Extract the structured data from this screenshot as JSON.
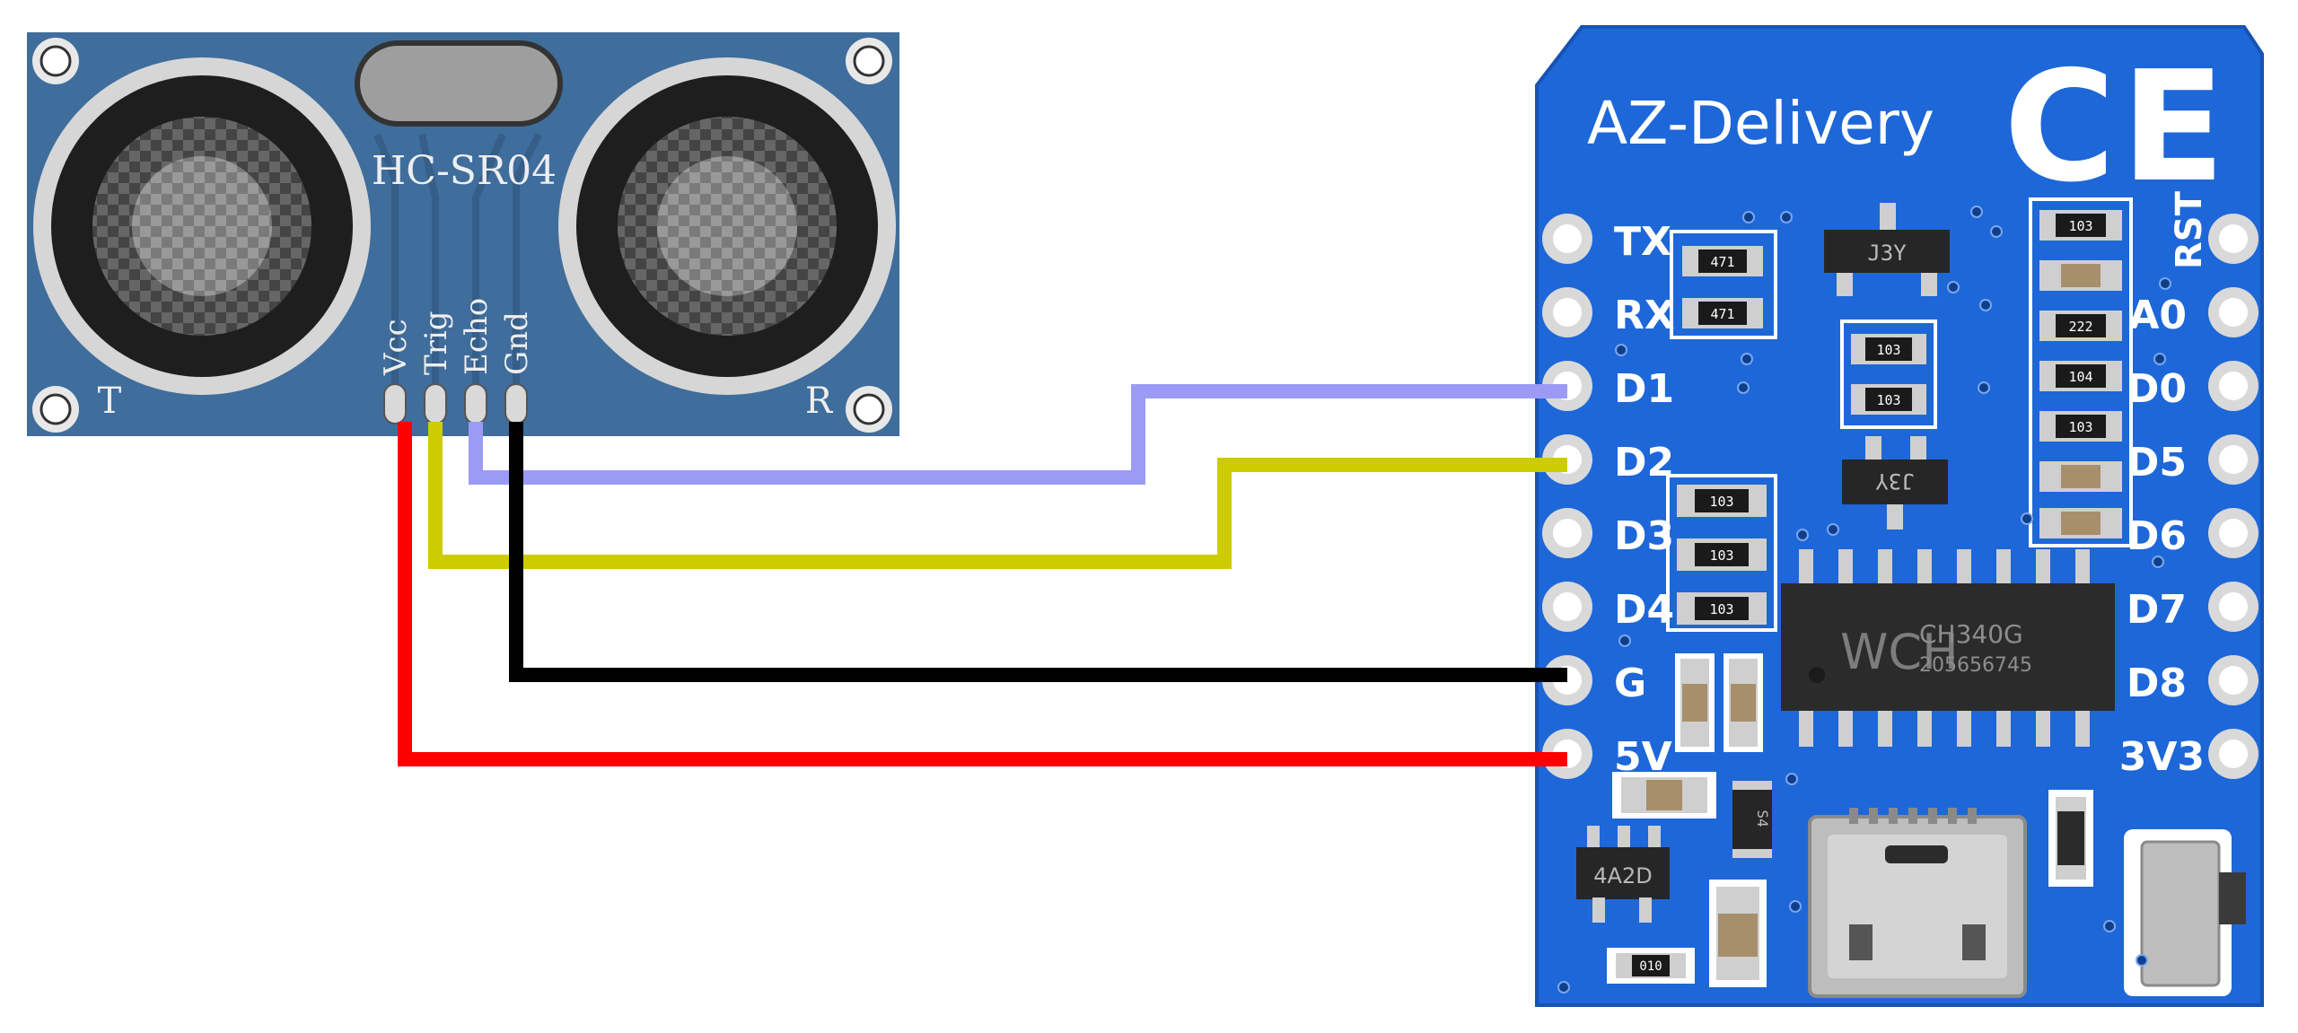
{
  "sensor": {
    "model": "HC-SR04",
    "transmitter_label": "T",
    "receiver_label": "R",
    "pins": [
      "Vcc",
      "Trig",
      "Echo",
      "Gnd"
    ]
  },
  "board": {
    "brand": "AZ-Delivery",
    "ce_mark": "CE",
    "left_pins": [
      "TX",
      "RX",
      "D1",
      "D2",
      "D3",
      "D4",
      "G",
      "5V"
    ],
    "right_pins": [
      "RST",
      "A0",
      "D0",
      "D5",
      "D6",
      "D7",
      "D8",
      "3V3"
    ],
    "chip_brand": "WCH",
    "chip_model": "CH340G",
    "chip_serial": "205656745",
    "transistor_top": "J3Y",
    "transistor_bottom": "J3Y",
    "regulator": "4A2D",
    "diode": "S4",
    "resistors": [
      "471",
      "471",
      "103",
      "103",
      "103",
      "103",
      "103",
      "103",
      "222",
      "104",
      "103",
      "010"
    ]
  },
  "wires": [
    {
      "from": "Vcc",
      "to": "5V",
      "color": "#ff0000"
    },
    {
      "from": "Trig",
      "to": "D2",
      "color": "#cccc00"
    },
    {
      "from": "Echo",
      "to": "D1",
      "color": "#9b9bf5"
    },
    {
      "from": "Gnd",
      "to": "G",
      "color": "#000000"
    }
  ],
  "colors": {
    "sensor_board": "#3f6d9c",
    "board_pcb": "#1d67d8",
    "pad_silver": "#d9d9d9"
  }
}
